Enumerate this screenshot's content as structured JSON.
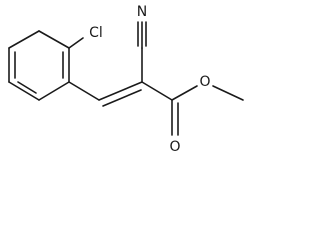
{
  "molecule": {
    "labels": {
      "chlorine": "Cl",
      "nitrogen": "N",
      "carbonyl_oxygen": "O",
      "ester_oxygen": "O"
    },
    "colors": {
      "bond": "#1a1a1a",
      "label": "#1a1a1a",
      "background": "#ffffff"
    }
  }
}
